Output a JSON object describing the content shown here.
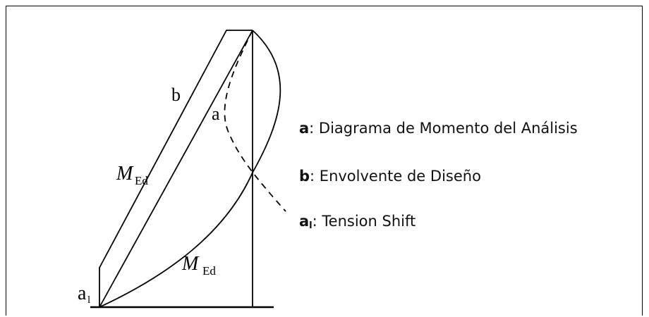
{
  "diagram": {
    "labels": {
      "b": "b",
      "a": "a",
      "m_ed_left": "M",
      "m_ed_left_sub": "Ed",
      "m_ed_right": "M",
      "m_ed_right_sub": "Ed",
      "a1_main": "a",
      "a1_sub": "l"
    }
  },
  "legend": {
    "items": [
      {
        "key": "a",
        "key_sub": "",
        "text": ": Diagrama de Momento del Análisis"
      },
      {
        "key": "b",
        "key_sub": "",
        "text": ": Envolvente de Diseño"
      },
      {
        "key": "a",
        "key_sub": "l",
        "text": ": Tension Shift"
      }
    ]
  }
}
